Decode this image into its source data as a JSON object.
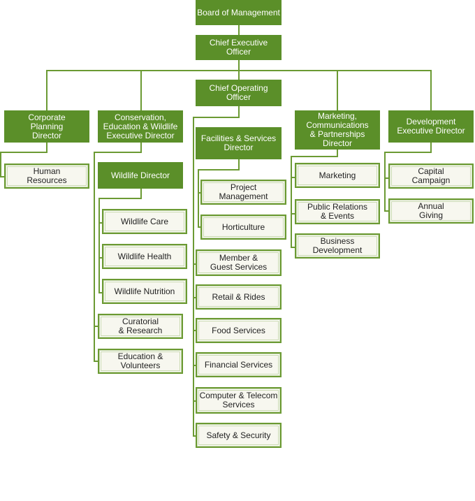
{
  "org_chart": {
    "nodes": {
      "board": "Board of Management",
      "ceo": "Chief Executive Officer",
      "coo": "Chief Operating Officer",
      "corporate_planning": "Corporate\nPlanning\nDirector",
      "conservation": "Conservation,\nEducation & Wildlife\nExecutive Director",
      "facilities": "Facilities & Services\nDirector",
      "marketing_director": "Marketing,\nCommunications\n& Partnerships\nDirector",
      "development": "Development\nExecutive Director",
      "human_resources": "Human\nResources",
      "wildlife_director": "Wildlife Director",
      "wildlife_care": "Wildlife Care",
      "wildlife_health": "Wildlife Health",
      "wildlife_nutrition": "Wildlife Nutrition",
      "curatorial": "Curatorial\n& Research",
      "education": "Education &\nVolunteers",
      "project_management": "Project\nManagement",
      "horticulture": "Horticulture",
      "member_guest": "Member &\nGuest Services",
      "retail": "Retail & Rides",
      "food": "Food Services",
      "financial": "Financial Services",
      "computer": "Computer & Telecom\nServices",
      "safety": "Safety & Security",
      "marketing": "Marketing",
      "public_relations": "Public Relations\n&  Events",
      "business_dev": "Business Development",
      "capital_campaign": "Capital\nCampaign",
      "annual_giving": "Annual\nGiving"
    },
    "colors": {
      "dark_fill": "#5b8f29",
      "light_fill": "#f7f7ef",
      "line": "#6b9a33"
    }
  }
}
